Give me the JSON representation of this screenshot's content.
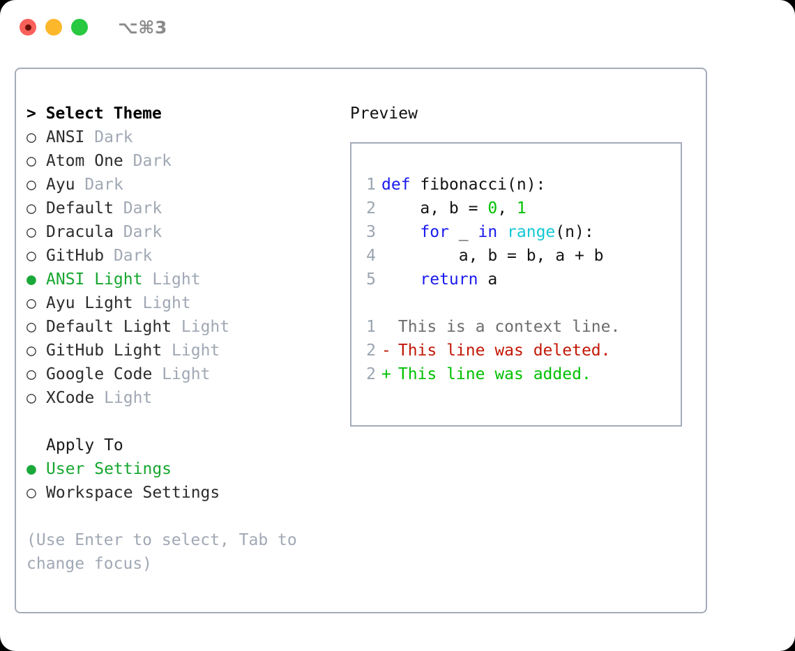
{
  "titlebar": {
    "shortcut": "⌥⌘3",
    "lights": [
      {
        "name": "close",
        "color": "#f9605a"
      },
      {
        "name": "minimize",
        "color": "#fcb72b"
      },
      {
        "name": "maximize",
        "color": "#28c840"
      }
    ]
  },
  "left": {
    "heading": "> Select Theme",
    "themes": [
      {
        "marker": "○",
        "name": "ANSI",
        "variant": "Dark",
        "selected": false
      },
      {
        "marker": "○",
        "name": "Atom One",
        "variant": "Dark",
        "selected": false
      },
      {
        "marker": "○",
        "name": "Ayu",
        "variant": "Dark",
        "selected": false
      },
      {
        "marker": "○",
        "name": "Default",
        "variant": "Dark",
        "selected": false
      },
      {
        "marker": "○",
        "name": "Dracula",
        "variant": "Dark",
        "selected": false
      },
      {
        "marker": "○",
        "name": "GitHub",
        "variant": "Dark",
        "selected": false
      },
      {
        "marker": "●",
        "name": "ANSI Light",
        "variant": "Light",
        "selected": true
      },
      {
        "marker": "○",
        "name": "Ayu Light",
        "variant": "Light",
        "selected": false
      },
      {
        "marker": "○",
        "name": "Default Light",
        "variant": "Light",
        "selected": false
      },
      {
        "marker": "○",
        "name": "GitHub Light",
        "variant": "Light",
        "selected": false
      },
      {
        "marker": "○",
        "name": "Google Code",
        "variant": "Light",
        "selected": false
      },
      {
        "marker": "○",
        "name": "XCode",
        "variant": "Light",
        "selected": false
      }
    ],
    "apply_to_heading": "Apply To",
    "apply_to_options": [
      {
        "marker": "●",
        "label": "User Settings",
        "selected": true
      },
      {
        "marker": "○",
        "label": "Workspace Settings",
        "selected": false
      }
    ],
    "hint": "(Use Enter to select, Tab to change focus)"
  },
  "right": {
    "heading": "Preview",
    "code_lines": [
      {
        "no": "1",
        "tokens": [
          {
            "t": "def",
            "c": "kw"
          },
          {
            "t": " fibonacci(n):",
            "c": "pl"
          }
        ]
      },
      {
        "no": "2",
        "tokens": [
          {
            "t": "    a, b = ",
            "c": "pl"
          },
          {
            "t": "0",
            "c": "num"
          },
          {
            "t": ", ",
            "c": "pl"
          },
          {
            "t": "1",
            "c": "num"
          }
        ]
      },
      {
        "no": "3",
        "tokens": [
          {
            "t": "    ",
            "c": "pl"
          },
          {
            "t": "for",
            "c": "kw"
          },
          {
            "t": " _ ",
            "c": "pl"
          },
          {
            "t": "in",
            "c": "kw"
          },
          {
            "t": " ",
            "c": "pl"
          },
          {
            "t": "range",
            "c": "bi"
          },
          {
            "t": "(n):",
            "c": "pl"
          }
        ]
      },
      {
        "no": "4",
        "tokens": [
          {
            "t": "        a, b = b, a + b",
            "c": "pl"
          }
        ]
      },
      {
        "no": "5",
        "tokens": [
          {
            "t": "    ",
            "c": "pl"
          },
          {
            "t": "return",
            "c": "kw"
          },
          {
            "t": " a",
            "c": "pl"
          }
        ]
      }
    ],
    "diff_lines": [
      {
        "no": "1",
        "sign": " ",
        "text": " This is a context line.",
        "kind": "ctx"
      },
      {
        "no": "2",
        "sign": "-",
        "text": " This line was deleted.",
        "kind": "del"
      },
      {
        "no": "2",
        "sign": "+",
        "text": " This line was added.",
        "kind": "add"
      }
    ]
  },
  "colors": {
    "accent_green": "#16a62f",
    "muted": "#a0a8b4",
    "border": "#a3acb9",
    "keyword": "#1a1aee",
    "builtin": "#12c8d4",
    "number": "#00c000",
    "diff_del": "#c21807",
    "diff_add": "#00c000",
    "diff_ctx": "#6d6d6d"
  }
}
